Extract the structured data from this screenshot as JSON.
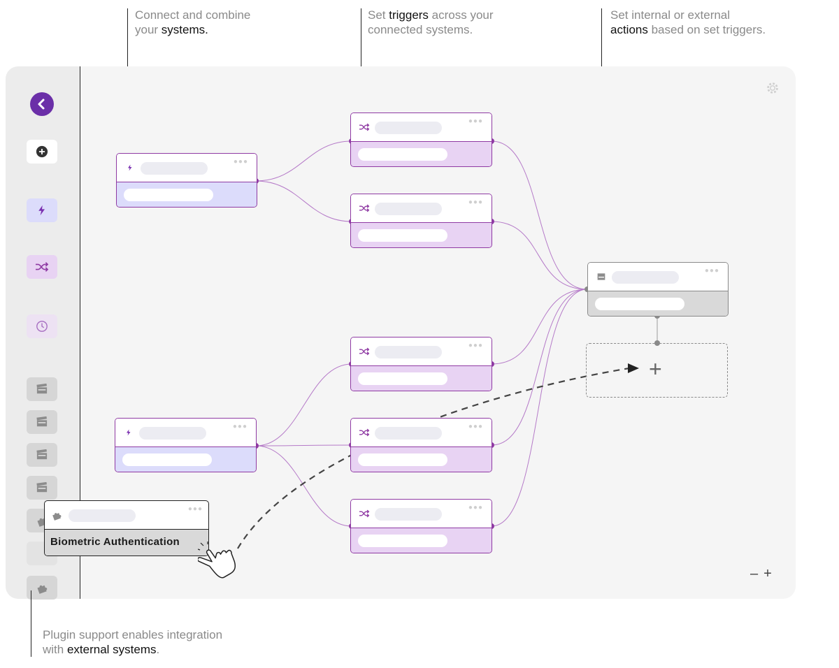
{
  "callouts": {
    "systems": {
      "pre": "Connect and combine",
      "mid": "your ",
      "bold": "systems.",
      "post": ""
    },
    "triggers": {
      "pre": "Set ",
      "bold": "triggers",
      "post": " across your",
      "line2": "connected systems."
    },
    "actions": {
      "pre": "Set internal or external",
      "bold": "actions",
      "post": " based on set triggers."
    },
    "plugins": {
      "pre": "Plugin support enables integration",
      "mid": "with ",
      "bold": "external systems",
      "post": "."
    }
  },
  "sidebar": {
    "items": [
      {
        "name": "logo",
        "icon": "chevron-left-icon"
      },
      {
        "name": "add",
        "icon": "plus-circle-icon"
      },
      {
        "name": "source",
        "icon": "lightning-icon"
      },
      {
        "name": "trigger",
        "icon": "shuffle-icon"
      },
      {
        "name": "schedule",
        "icon": "clock-icon"
      },
      {
        "name": "action-1",
        "icon": "clapper-icon"
      },
      {
        "name": "action-2",
        "icon": "clapper-icon"
      },
      {
        "name": "action-3",
        "icon": "clapper-icon"
      },
      {
        "name": "action-4",
        "icon": "clapper-icon"
      },
      {
        "name": "plugin-1",
        "icon": "puzzle-icon"
      },
      {
        "name": "plugin-2",
        "icon": "puzzle-icon"
      }
    ]
  },
  "plugin_card": {
    "label": "Biometric Authentication"
  },
  "zoom": {
    "out": "–",
    "in": "+"
  },
  "add_node": {
    "label": "+"
  },
  "colors": {
    "brand": "#6b2fa8",
    "source": "#dcdcfb",
    "trigger": "#e8d3f3",
    "action": "#d9d9d9",
    "edge": "#8f3aa3"
  }
}
